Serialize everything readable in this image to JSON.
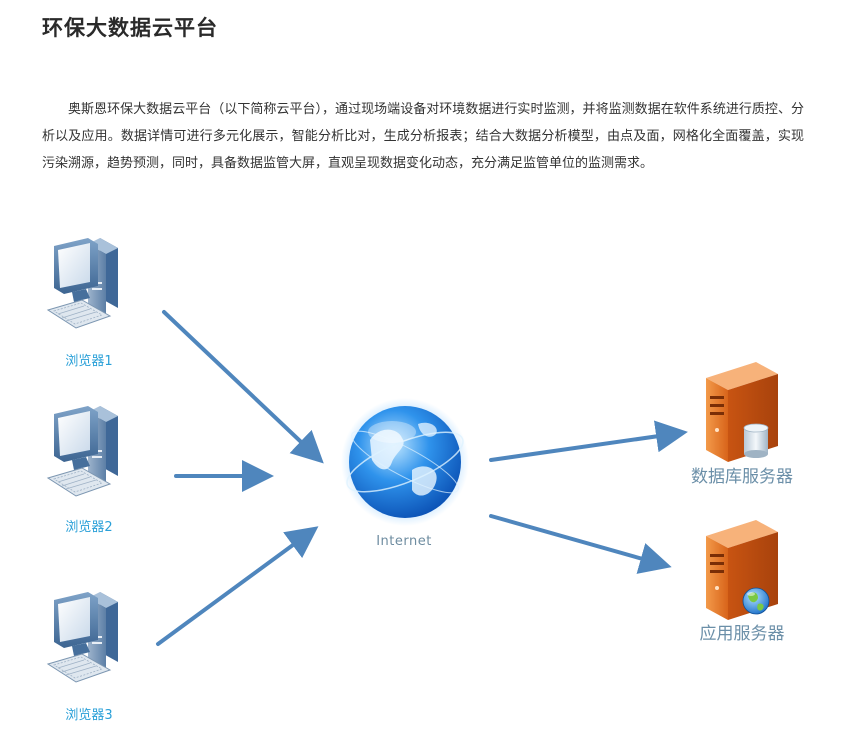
{
  "header": {
    "title": "环保大数据云平台"
  },
  "intro": {
    "text": "奥斯恩环保大数据云平台（以下简称云平台），通过现场端设备对环境数据进行实时监测，并将监测数据在软件系统进行质控、分析以及应用。数据详情可进行多元化展示，智能分析比对，生成分析报表；结合大数据分析模型，由点及面，网格化全面覆盖，实现污染溯源，趋势预测，同时，具备数据监管大屏，直观呈现数据变化动态，充分满足监管单位的监测需求。"
  },
  "diagram": {
    "browsers": [
      {
        "label": "浏览器1"
      },
      {
        "label": "浏览器2"
      },
      {
        "label": "浏览器3"
      }
    ],
    "hub": {
      "label": "Internet"
    },
    "servers": [
      {
        "label": "数据库服务器"
      },
      {
        "label": "应用服务器"
      }
    ],
    "colors": {
      "arrow": "#4f86bd",
      "browser_label": "#2aa0d8",
      "server_label": "#6b8fa8",
      "server_body": "#e06f1c",
      "globe": "#1d7fe0"
    }
  }
}
